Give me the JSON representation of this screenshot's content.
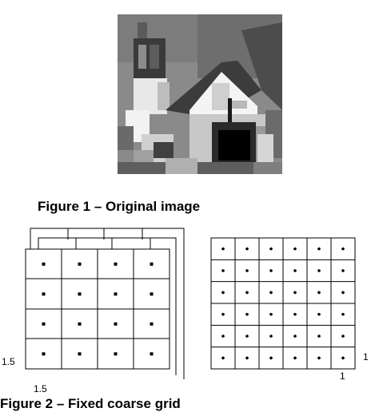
{
  "figure1": {
    "caption": "Figure 1 – Original image"
  },
  "figure2": {
    "caption_partial": "Figure 2 – Fixed coarse grid... (cut off)",
    "left_grid": {
      "rows": 4,
      "cols": 4,
      "layers": 3,
      "side_label": "1.5",
      "bottom_label": "1.5"
    },
    "right_grid": {
      "rows": 6,
      "cols": 6,
      "side_label": "1",
      "bottom_label": "1"
    }
  },
  "colors": {
    "line": "#000000",
    "background": "#ffffff"
  }
}
